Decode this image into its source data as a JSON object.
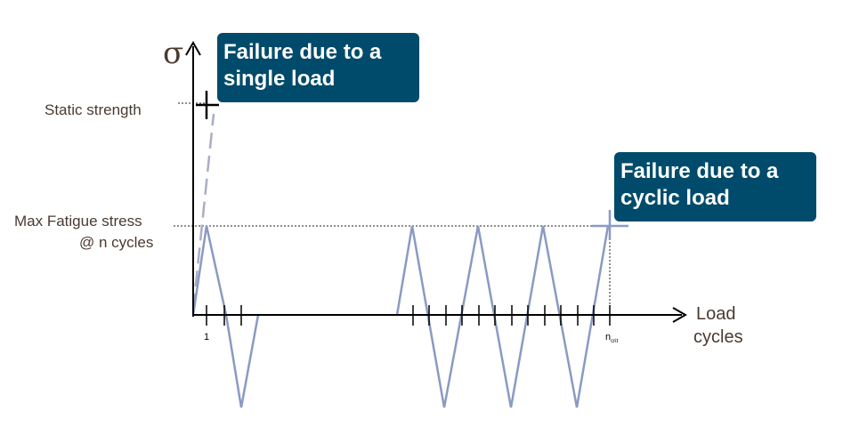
{
  "diagram": {
    "y_axis_symbol": "σ",
    "static_strength_label": "Static strength",
    "fatigue_label_line1": "Max Fatigue stress",
    "fatigue_label_line2": "@ n cycles",
    "x_axis_label_line1": "Load",
    "x_axis_label_line2": "cycles",
    "tick_1_label": "1",
    "tick_ncrit_main": "n",
    "tick_ncrit_sub": "crit",
    "callout_single_line1": "Failure due to a",
    "callout_single_line2": "single load",
    "callout_cyclic_line1": "Failure due to a",
    "callout_cyclic_line2": "cyclic load"
  },
  "colors": {
    "callout_bg": "#004b6b",
    "signal_line": "#8a9ac2",
    "text": "#4a3a30"
  }
}
